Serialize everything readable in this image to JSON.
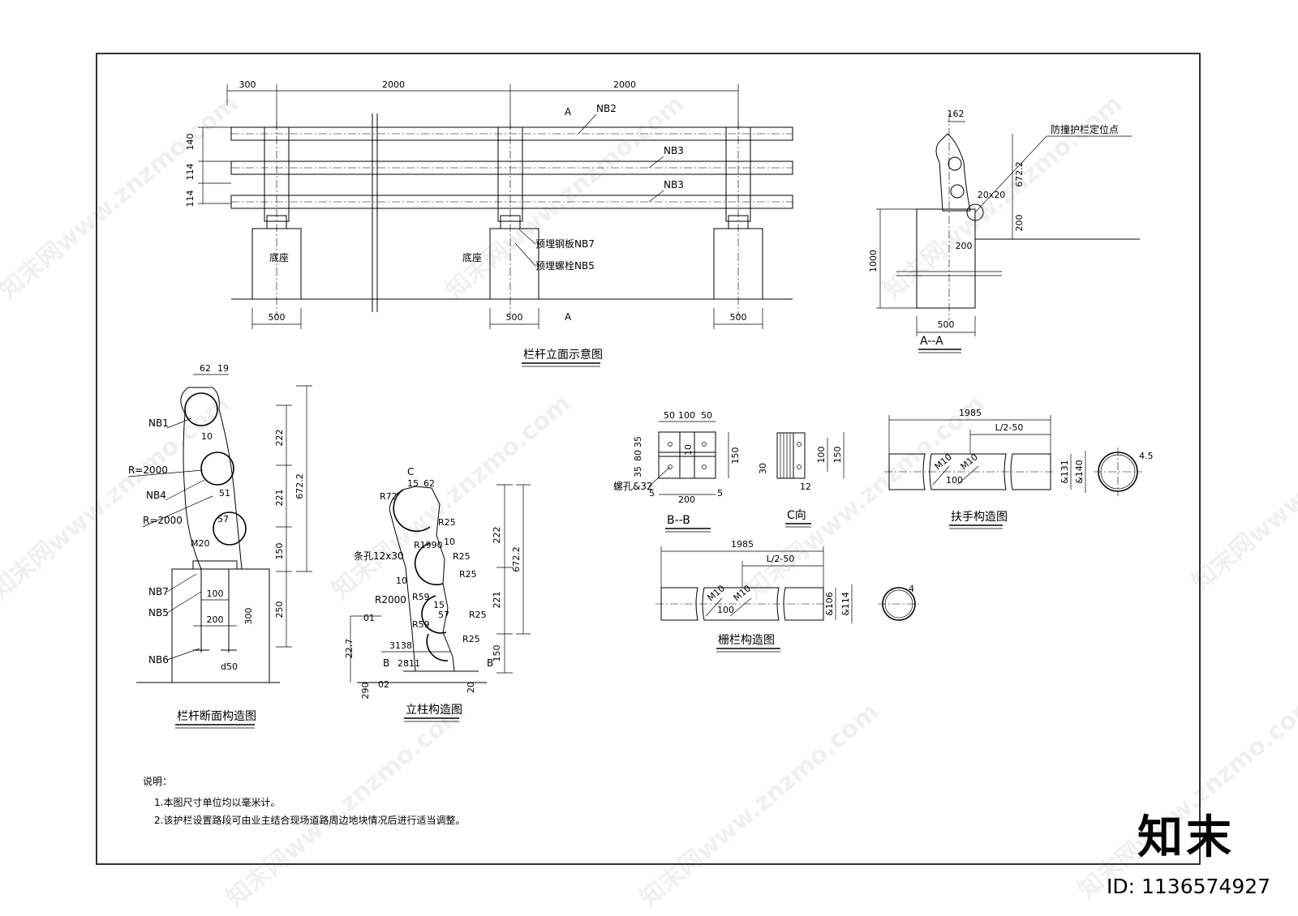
{
  "elevation": {
    "title": "栏杆立面示意图",
    "dims_top": [
      "300",
      "2000",
      "2000"
    ],
    "dims_left": [
      "140",
      "114",
      "114"
    ],
    "dims_bottom": [
      "500",
      "500",
      "500"
    ],
    "rail_labels": [
      "NB2",
      "NB3",
      "NB3"
    ],
    "base_label": "底座",
    "plate_label": "预埋钢板NB7",
    "bolt_label": "预埋螺栓NB5",
    "section_mark": "A"
  },
  "section_aa": {
    "title": "A--A",
    "dims": [
      "162",
      "672.2",
      "200",
      "1000",
      "500",
      "200",
      "20x20"
    ],
    "note": "防撞护栏定位点"
  },
  "rail_section": {
    "title": "栏杆断面构造图",
    "labels": [
      "NB1",
      "R=2000",
      "NB4",
      "R=2000",
      "M20",
      "NB7",
      "NB5",
      "NB6"
    ],
    "dims": [
      "62",
      "19",
      "10",
      "51",
      "57",
      "100",
      "200",
      "300",
      "d50",
      "222",
      "221",
      "150",
      "250",
      "672.2"
    ]
  },
  "post_detail": {
    "title": "立柱构造图",
    "labels": [
      "C",
      "R72",
      "R25",
      "R1990",
      "条孔12x30",
      "R25",
      "R25",
      "R59",
      "R2000",
      "R59",
      "R25",
      "R25",
      "B",
      "B"
    ],
    "dims": [
      "15",
      "62",
      "10",
      "10",
      "15",
      "57",
      "22.7",
      "3138",
      "2811",
      "290",
      "20",
      "01",
      "02",
      "222",
      "221",
      "150",
      "672.2"
    ]
  },
  "section_bb": {
    "title": "B--B",
    "dims_top": [
      "50",
      "100",
      "50"
    ],
    "dims_left": [
      "35",
      "80",
      "35"
    ],
    "dims_right": [
      "150"
    ],
    "dims_bottom": [
      "5",
      "200",
      "5"
    ],
    "inner": "10",
    "note": "螺孔&32"
  },
  "view_c": {
    "title": "C向",
    "dims": [
      "100",
      "150",
      "30",
      "12"
    ]
  },
  "handrail": {
    "title": "扶手构造图",
    "dims": [
      "1985",
      "L/2-50",
      "M10",
      "M10",
      "100",
      "&131",
      "&140",
      "4.5"
    ]
  },
  "balustrade": {
    "title": "栅栏构造图",
    "dims": [
      "1985",
      "L/2-50",
      "M10",
      "M10",
      "100",
      "&106",
      "&114",
      "4"
    ]
  },
  "notes": {
    "heading": "说明：",
    "items": [
      "1.本图尺寸单位均以毫米计。",
      "2.该护栏设置路段可由业主结合现场道路周边地块情况后进行适当调整。"
    ]
  },
  "watermark": {
    "text": "知末网www.znzmo.com",
    "logo": "知末",
    "id": "ID: 1136574927"
  }
}
